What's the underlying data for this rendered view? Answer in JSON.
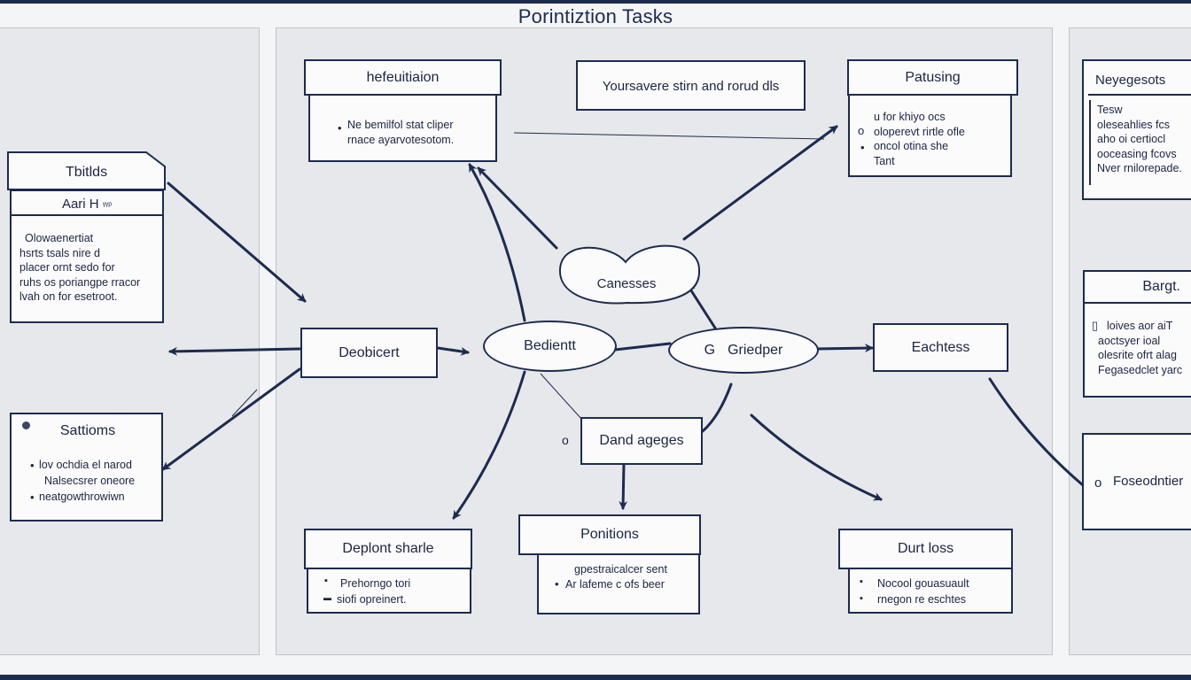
{
  "title": "Porintiztion Tasks",
  "colors": {
    "accent": "#1d2b4f",
    "panel": "#e7e8eb",
    "box": "#fbfbfc"
  },
  "cards": {
    "hefeuitaion": {
      "title": "hefeuitiaion",
      "lines": [
        "Ne bemilfol stat cliper",
        "rnace ayarvotesotom."
      ],
      "marker": "•"
    },
    "yours": {
      "title": "Yoursavere stirn and rorud dls"
    },
    "patusing": {
      "title": "Patusing",
      "lines": [
        "u for khiyo ocs",
        "oloperevt rirtle ofle",
        "oncol otina she",
        "Tant"
      ],
      "markers": [
        "o",
        "•"
      ]
    },
    "neyegesots": {
      "title": "Neyegesots",
      "lines": [
        "Tesw",
        "oleseahlies fcs",
        "aho oi certiocl",
        "ooceasing fcovs",
        "Nver rnilorepade."
      ]
    },
    "tbitds": {
      "title": "Tbitlds",
      "subtitle": "Aari H",
      "subtitle_note": "ᵞᵞᵖ",
      "lines": [
        "Olowaenertiat",
        "hsrts tsals nire d",
        "placer ornt sedo for",
        "ruhs os poriangpe rracor",
        "lvah on for esetroot."
      ]
    },
    "sattioms": {
      "title": "Sattioms",
      "lines": [
        "lov ochdia el narod",
        "Nalsecsrer oneore",
        "neatgowthrowiwn"
      ],
      "markers": [
        "•",
        "•"
      ]
    },
    "bargt": {
      "title": "Bargt.",
      "lines": [
        "loives aor aiT",
        "aoctsyer ioal",
        "olesrite ofrt alag",
        "Fegasedclet yarc"
      ],
      "marker": "▯"
    },
    "foseodntier": {
      "title": "Foseodntier",
      "marker": "o"
    },
    "deploment": {
      "title": "Deplont sharle",
      "lines": [
        "Prehorngo tori",
        "siofi opreinert."
      ],
      "markers": [
        "▪",
        "▬"
      ]
    },
    "ponitions": {
      "title": "Ponitions",
      "lines": [
        "gpestraicalcer sent",
        "Ar lafeme c ofs beer"
      ],
      "marker": "•"
    },
    "durtloss": {
      "title": "Durt loss",
      "lines": [
        "Nocool gouasuault",
        "rnegon re eschtes"
      ],
      "markers": [
        "▪",
        "▪"
      ]
    }
  },
  "nodes": {
    "deobicert": "Deobicert",
    "bedientt": "Bedientt",
    "griedper": "Griedper",
    "griedper_marker": "G",
    "eachtess": "Eachtess",
    "canesses": "Canesses",
    "dand_ageges": "Dand ageges",
    "dand_marker": "o"
  }
}
